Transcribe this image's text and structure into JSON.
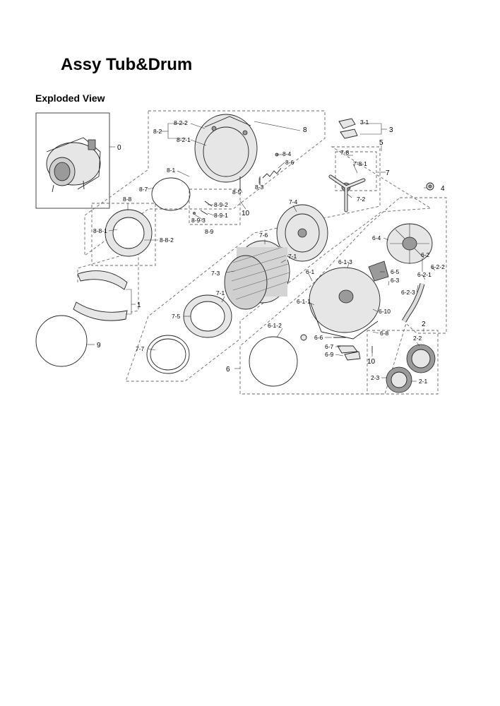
{
  "header": {
    "title": "Assy Tub&Drum",
    "subtitle": "Exploded View"
  },
  "diagram": {
    "labels": {
      "l0": "0",
      "l1": "1",
      "l2": "2",
      "l2_1": "2-1",
      "l2_2": "2-2",
      "l2_3": "2-3",
      "l3": "3",
      "l3_1": "3-1",
      "l4": "4",
      "l5": "5",
      "l6": "6",
      "l6_1": "6-1",
      "l6_1_1": "6-1-1",
      "l6_1_2": "6-1-2",
      "l6_1_3": "6-1-3",
      "l6_2": "6-2",
      "l6_2_1": "6-2-1",
      "l6_2_2": "6-2-2",
      "l6_2_3": "6-2-3",
      "l6_3": "6-3",
      "l6_4": "6-4",
      "l6_5": "6-5",
      "l6_6": "6-6",
      "l6_7": "6-7",
      "l6_8": "6-8",
      "l6_9": "6-9",
      "l6_10": "6-10",
      "l7": "7",
      "l7_1a": "7-1",
      "l7_1b": "7-1",
      "l7_2": "7-2",
      "l7_3": "7-3",
      "l7_4": "7-4",
      "l7_5": "7-5",
      "l7_6": "7-6",
      "l7_7": "7-7",
      "l7_8": "7-8",
      "l7_8_1": "7-8-1",
      "l8": "8",
      "l8_1": "8-1",
      "l8_2": "8-2",
      "l8_2_1": "8-2-1",
      "l8_2_2": "8-2-2",
      "l8_3": "8-3",
      "l8_4": "8-4",
      "l8_5": "8-5",
      "l8_6": "8-6",
      "l8_7": "8-7",
      "l8_8": "8-8",
      "l8_8_1": "8-8-1",
      "l8_8_2": "8-8-2",
      "l8_9": "8-9",
      "l8_9_1": "8-9-1",
      "l8_9_2": "8-9-2",
      "l8_9_3": "8-9-3",
      "l9": "9",
      "l10a": "10",
      "l10b": "10"
    }
  }
}
